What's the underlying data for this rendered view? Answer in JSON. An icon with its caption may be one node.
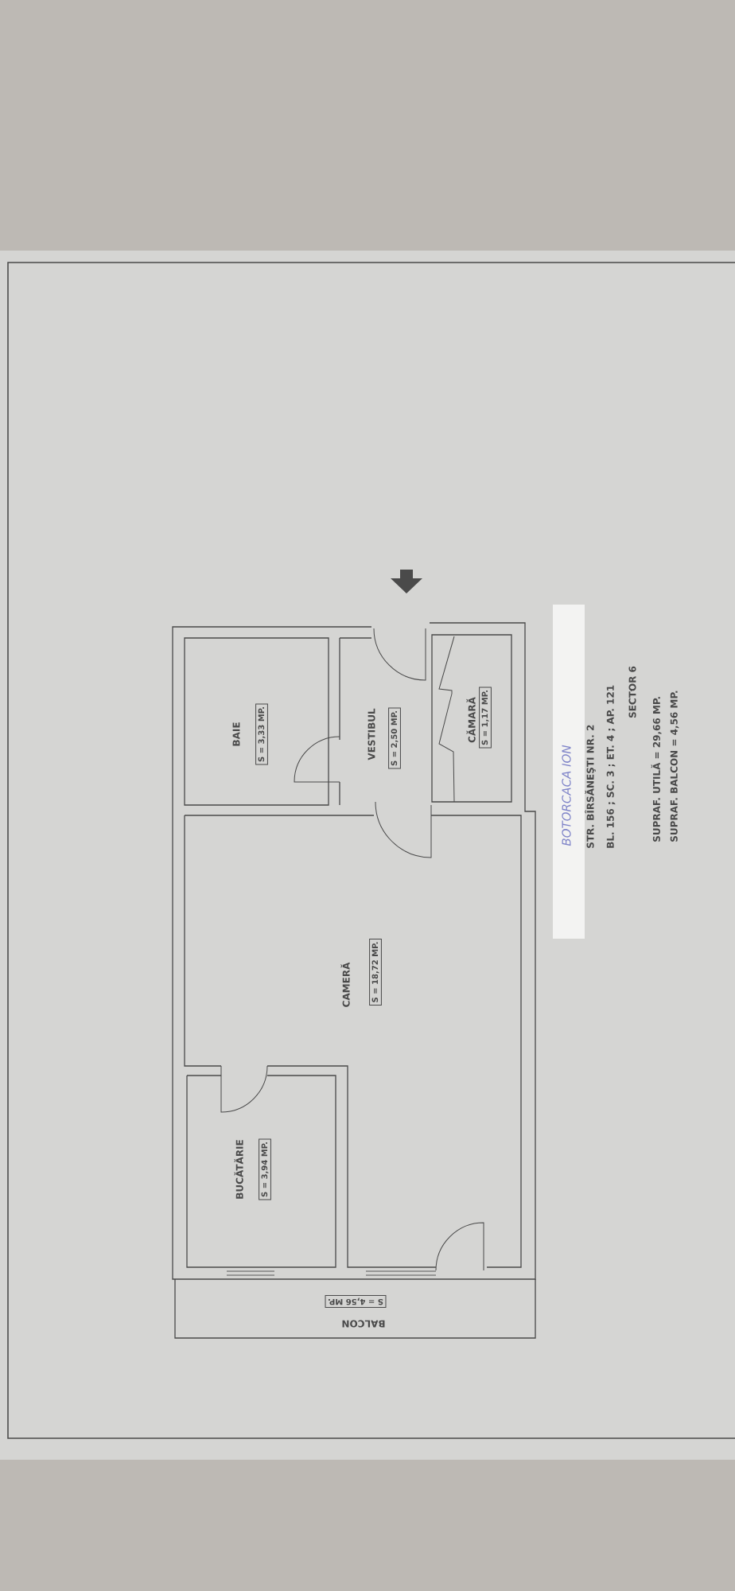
{
  "diagram": {
    "nodes": [
      {
        "text": [
          "S = 3,33 MP."
        ]
      },
      {
        "text": [
          "S = 2,50 MP."
        ]
      },
      {
        "text": [
          "S = 1,17 MP."
        ]
      },
      {
        "text": [
          "S = 18,72 MP."
        ]
      },
      {
        "text": [
          "S = 3,94 MP."
        ]
      },
      {
        "text": [
          "S = 4,56 MP."
        ]
      }
    ],
    "labels": [
      "BAIE",
      "VESTIBUL",
      "CĂMARĂ",
      "CAMERĂ",
      "BUCĂTĂRIE",
      "BALCON",
      "BOTORCACA ION",
      "STR. BÎRSĂNEŞTI NR. 2",
      "BL. 156 ; SC. 3 ; ET. 4 ; AP. 121",
      "SECTOR 6",
      "SUPRAF. UTILĂ = 29,66 MP.",
      "SUPRAF. BALCON = 4,56 MP."
    ]
  }
}
